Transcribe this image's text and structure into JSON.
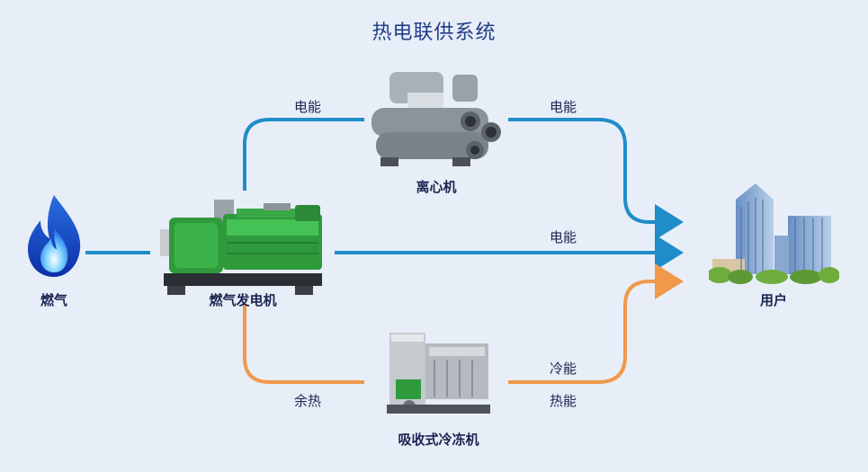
{
  "title": "热电联供系统",
  "nodes": {
    "gas": "燃气",
    "generator": "燃气发电机",
    "chiller": "离心机",
    "absorption_chiller": "吸收式冷冻机",
    "user": "用户"
  },
  "edges": {
    "gen_to_chiller": "电能",
    "chiller_to_user": "电能",
    "gen_to_user": "电能",
    "gen_to_absorption": "余热",
    "absorption_to_user_cold": "冷能",
    "absorption_to_user_heat": "热能"
  },
  "colors": {
    "electric_flow": "#1f8dc8",
    "heat_flow": "#f0994a",
    "title": "#1f3c88",
    "label": "#1a2450",
    "background": "#e8eef8"
  }
}
